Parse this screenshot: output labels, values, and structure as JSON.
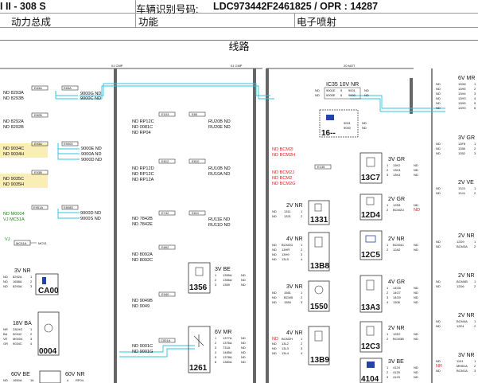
{
  "header": {
    "model": "I II - 308 S",
    "vin_label": "车辆识别号码:",
    "vin_value": "LDC973442F2461825 / OPR : 14287",
    "col1": "动力总成",
    "col2": "功能",
    "col3": "电子喷射"
  },
  "page_title": "线路",
  "top_bus_labels": [
    "01 CMP",
    "01 CMP",
    "20 MOT"
  ],
  "left_panel": {
    "conn_a": [
      "E83A",
      "E83A"
    ],
    "nd_8293": [
      "ND 8293A",
      "ND 8293B"
    ],
    "nd_9000": [
      "9000G ND",
      "9000C ND"
    ],
    "conn_b": "E82B",
    "nd_8292": [
      "ND 8292A",
      "ND 8292B"
    ],
    "conn_c": [
      "E93A",
      "E9000"
    ],
    "nd_9034": [
      "ND 9034C",
      "ND 9034H"
    ],
    "nd_9000e": [
      "9000E ND",
      "9000A ND",
      "9000D ND"
    ],
    "conn_d": "E93B",
    "nd_9035": [
      "ND 9035C",
      "ND 9035H"
    ],
    "conn_e": [
      "E951A",
      "E808D"
    ],
    "nd_m0004": [
      "ND M0004",
      "VJ MC51A"
    ],
    "nd_9000d": [
      "9000D ND",
      "9000S ND"
    ],
    "vj": [
      "VJ",
      "MC51A",
      "MC51"
    ],
    "ca00": {
      "pins": "3V NR",
      "rows": [
        [
          "ND",
          "8292A",
          "1"
        ],
        [
          "ND",
          "1658A",
          "2"
        ],
        [
          "ND",
          "8293A",
          "3"
        ]
      ],
      "id": "CA00"
    },
    "c0004": {
      "pins": "18V BA",
      "rows": [
        [
          "NR",
          "Z819G",
          "1"
        ],
        [
          "BA",
          "9034C",
          "2"
        ],
        [
          "VE",
          "M0004",
          "3"
        ],
        [
          "GR",
          "9034C",
          "4"
        ]
      ],
      "id": "0004"
    },
    "c_bottom": {
      "left": "60V BE",
      "right": "60V NR",
      "rows": [
        [
          "ND",
          "1650A",
          "16"
        ],
        [
          "RP04",
          "4"
        ]
      ]
    }
  },
  "mid_panel": {
    "conn_rp": [
      "E103",
      "E80"
    ],
    "nd_rp": [
      "ND RP12C",
      "ND 0081C",
      "ND RP04"
    ],
    "ru_a": [
      "RU20B ND",
      "RU20E ND"
    ],
    "conn_rp2": [
      "E812",
      "E810"
    ],
    "nd_rp2": [
      "ND RP12D",
      "ND RP12C",
      "ND RP12A"
    ],
    "ru_b": [
      "RU10B ND",
      "RU10A ND"
    ],
    "conn_7842": [
      "E742",
      "E811"
    ],
    "nd_7842": [
      "ND 7842B",
      "ND 7842E"
    ],
    "ru_c": [
      "RU11E ND",
      "RU11D ND"
    ],
    "conn_8092": "E892",
    "nd_8092": [
      "ND 8092A",
      "ND 8092C"
    ],
    "c1356": {
      "pins": "3V BE",
      "rows": [
        [
          "1",
          "1355A",
          "ND"
        ],
        [
          "2",
          "1356A",
          "ND"
        ],
        [
          "3",
          "1359",
          "ND"
        ]
      ],
      "id": "1356"
    },
    "conn_9049": "E940",
    "nd_9049": [
      "ND 9049B",
      "ND 9049"
    ],
    "conn_9001": "C001A",
    "nd_9001": [
      "ND 9001C",
      "ND 9001G"
    ],
    "c1261": {
      "pins": "6V MR",
      "rows": [
        [
          "1",
          "1377A",
          "ND"
        ],
        [
          "2",
          "1376A",
          "ND"
        ],
        [
          "3",
          "731A",
          "ND"
        ],
        [
          "4",
          "1485A",
          "ND"
        ],
        [
          "5",
          "1378A",
          "ND"
        ],
        [
          "6",
          "1380A",
          "ND"
        ]
      ],
      "id": "1261"
    }
  },
  "right_panel": {
    "ic35": {
      "pins": "IC35 10V NR",
      "rows": [
        [
          "ND",
          "9001E",
          "5",
          "9001",
          "ND"
        ],
        [
          "ND",
          "9000E",
          "6",
          "9000",
          "ND"
        ]
      ]
    },
    "c16": {
      "id": "16--",
      "rows": [
        [
          "9001",
          "ND"
        ],
        [
          "9000",
          "ND"
        ]
      ]
    },
    "bcm_red": [
      "ND BCM2I",
      "ND BCM2H",
      "ND BCM2J",
      "ND BCM2",
      "ND BCM2G"
    ],
    "bcm_conn": "E135",
    "c13c7": {
      "pins": "3V GR",
      "rows": [
        [
          "1",
          "13K2",
          "ND"
        ],
        [
          "2",
          "13K3",
          "ND"
        ],
        [
          "3",
          "13K4",
          "ND"
        ]
      ],
      "id": "13C7"
    },
    "c1331": {
      "pins": "2V NR",
      "rows": [
        [
          "ND",
          "1311",
          "1"
        ],
        [
          "ND",
          "1321",
          "2"
        ]
      ],
      "id": "1331"
    },
    "c12d4": {
      "pins": "2V GR",
      "rows": [
        [
          "1",
          "12E8",
          "ND"
        ],
        [
          "2",
          "BCM2U",
          "ND"
        ]
      ],
      "id": "12D4"
    },
    "c13b8": {
      "pins": "4V NR",
      "rows": [
        [
          "ND",
          "BCM2G",
          "1"
        ],
        [
          "ND",
          "13HR",
          "2"
        ],
        [
          "ND",
          "13H9",
          "3"
        ],
        [
          "ND",
          "13L5",
          "4"
        ]
      ],
      "id": "13B8"
    },
    "c12c5": {
      "pins": "2V NR",
      "rows": [
        [
          "1",
          "BCM4C",
          "ND"
        ],
        [
          "2",
          "12A2",
          "ND"
        ]
      ],
      "id": "12C5"
    },
    "c1550": {
      "pins": "3V NR",
      "rows": [
        [
          "ND",
          "1581",
          "1"
        ],
        [
          "ND",
          "BCM5",
          "2"
        ],
        [
          "ND",
          "1584",
          "3"
        ]
      ],
      "id": "1550"
    },
    "c13a3": {
      "pins": "4V GR",
      "rows": [
        [
          "1",
          "14G8",
          "ND"
        ],
        [
          "2",
          "14G7",
          "ND"
        ],
        [
          "3",
          "14G9",
          "ND"
        ],
        [
          "4",
          "1306",
          "ND"
        ]
      ],
      "id": "13A3"
    },
    "c13b9": {
      "pins": "4V NR",
      "rows": [
        [
          "ND",
          "BCM2H",
          "1"
        ],
        [
          "ND",
          "13L2",
          "2"
        ],
        [
          "ND",
          "13L3",
          "3"
        ],
        [
          "ND",
          "13L4",
          "4"
        ]
      ],
      "id": "13B9"
    },
    "c12c3": {
      "pins": "2V NR",
      "rows": [
        [
          "1",
          "12E2",
          "ND"
        ],
        [
          "2",
          "BCM3B",
          "ND"
        ]
      ],
      "id": "12C3"
    },
    "c4104": {
      "pins": "3V BE",
      "rows": [
        [
          "1",
          "4124",
          "ND"
        ],
        [
          "2",
          "4125",
          "ND"
        ],
        [
          "3",
          "4123",
          "ND"
        ]
      ],
      "id": "4104"
    }
  },
  "far_right": {
    "c6v": {
      "pins": "6V MR",
      "rows": [
        [
          "ND",
          "13H8",
          "1"
        ],
        [
          "ND",
          "13H5",
          "2"
        ],
        [
          "ND",
          "13H4",
          "3"
        ],
        [
          "ND",
          "13H3",
          "4"
        ],
        [
          "ND",
          "13H5",
          "5"
        ],
        [
          "ND",
          "13H3",
          "6"
        ]
      ]
    },
    "c3v": {
      "pins": "3V GR",
      "rows": [
        [
          "ND",
          "13F8",
          "1"
        ],
        [
          "ND",
          "1356",
          "2"
        ],
        [
          "ND",
          "1352",
          "3"
        ]
      ]
    },
    "c2ve": {
      "pins": "2V VE",
      "rows": [
        [
          "ND",
          "13J3",
          "1"
        ],
        [
          "ND",
          "13J4",
          "2"
        ]
      ]
    },
    "c2nr_a": {
      "pins": "2V NR",
      "rows": [
        [
          "ND",
          "12D9",
          "1"
        ],
        [
          "ND",
          "BCM3A",
          "2"
        ]
      ]
    },
    "c2nr_b": {
      "pins": "2V NR",
      "rows": [
        [
          "ND",
          "BCM4B",
          "1"
        ],
        [
          "ND",
          "12D6",
          "2"
        ]
      ]
    },
    "c2nr_c": {
      "pins": "2V NR",
      "rows": [
        [
          "ND",
          "BCM4A",
          "1"
        ],
        [
          "ND",
          "12E4",
          "2"
        ]
      ]
    },
    "c3nr": {
      "pins": "3V NR",
      "rows": [
        [
          "ND",
          "1151",
          "1"
        ],
        [
          "NR",
          "MM51A",
          "2"
        ],
        [
          "ND",
          "BCM1A",
          "3"
        ]
      ]
    }
  },
  "colors": {
    "red": "#d22222",
    "cyan": "#2ec4e0",
    "yellow_hl": "#f4e27a",
    "green": "#1a8a1a",
    "bus": "#555555"
  }
}
